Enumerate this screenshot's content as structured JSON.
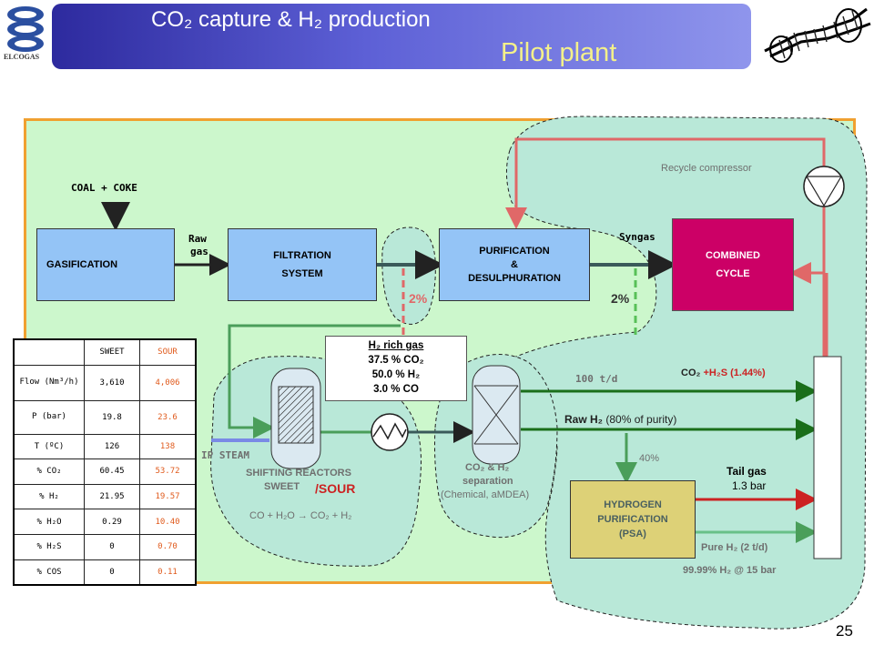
{
  "title": "CO₂ capture & H₂ production",
  "subtitle": "Pilot plant",
  "page_number": "25",
  "logo": {
    "text": "ELCOGAS",
    "icon": "elcogas-logo-icon"
  },
  "turbine_image": "gas-turbine-icon",
  "colors": {
    "banner": "#3a3aae",
    "diagram_bg": "#ccf7cc",
    "zone_bg": "#b9e8d8",
    "frame": "#f0a030",
    "blue_box": "#94c4f6",
    "combined_cycle": "#cc0066",
    "psa_box": "#ddd177",
    "green_line": "#4a9e5a",
    "dark_line": "#3a5a5a",
    "recycle_line": "#e06868"
  },
  "units": {
    "gasification": "GASIFICATION",
    "filtration_line1": "FILTRATION",
    "filtration_line2": "SYSTEM",
    "purification_line1": "PURIFICATION",
    "purification_line2": "&",
    "purification_line3": "DESULPHURATION",
    "combined_cycle_line1": "COMBINED",
    "combined_cycle_line2": "CYCLE",
    "psa_line1": "HYDROGEN",
    "psa_line2": "PURIFICATION",
    "psa_line3": "(PSA)"
  },
  "labels": {
    "coal_coke": "COAL + COKE",
    "raw_gas_line1": "Raw",
    "raw_gas_line2": "gas",
    "syngas": "Syngas",
    "recycle_compressor": "Recycle compressor",
    "pct_left": "2%",
    "pct_right": "2%",
    "ip_steam": "IP STEAM",
    "shifting_line1": "SHIFTING REACTORS",
    "shifting_sweet": "SWEET",
    "shifting_sour": "/SOUR",
    "shift_reaction": "CO + H₂O → CO₂ + H₂",
    "h2_rich_title": "H₂ rich gas",
    "h2_rich_co2": "37.5 % CO₂",
    "h2_rich_h2": "50.0 % H₂",
    "h2_rich_co": "3.0 % CO",
    "sep_line1": "CO₂ & H₂",
    "sep_line2": "separation",
    "sep_line3": "(Chemical, aMDEA)",
    "flow_100": "100 t/d",
    "co2_h2s_prefix": "CO₂",
    "co2_h2s_suffix": "+H₂S (1.44%)",
    "raw_h2_prefix": "Raw H₂",
    "raw_h2_suffix": "(80% of purity)",
    "pct_40": "40%",
    "tail_gas_line1": "Tail gas",
    "tail_gas_line2": "1.3 bar",
    "pure_h2": "Pure H₂ (2 t/d)",
    "pure_h2_spec": "99.99% H₂ @ 15 bar"
  },
  "table": {
    "headers": [
      "",
      "SWEET",
      "SOUR"
    ],
    "rows": [
      {
        "label": "Flow (Nm³/h)",
        "sweet": "3,610",
        "sour": "4,006"
      },
      {
        "label": "P (bar)",
        "sweet": "19.8",
        "sour": "23.6"
      },
      {
        "label": "T (ºC)",
        "sweet": "126",
        "sour": "138"
      },
      {
        "label": "% CO₂",
        "sweet": "60.45",
        "sour": "53.72"
      },
      {
        "label": "% H₂",
        "sweet": "21.95",
        "sour": "19.57"
      },
      {
        "label": "% H₂O",
        "sweet": "0.29",
        "sour": "10.40"
      },
      {
        "label": "% H₂S",
        "sweet": "0",
        "sour": "0.70"
      },
      {
        "label": "% COS",
        "sweet": "0",
        "sour": "0.11"
      }
    ]
  }
}
